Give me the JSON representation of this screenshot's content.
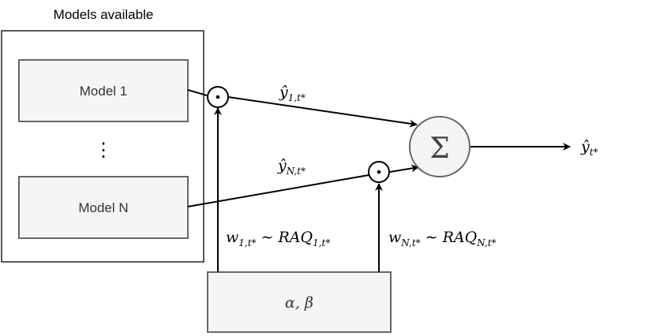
{
  "container": {
    "title": "Models available"
  },
  "models": [
    {
      "label": "Model 1"
    },
    {
      "label": "Model N"
    }
  ],
  "ellipsis": "⋮",
  "params_box": {
    "label": "α, β"
  },
  "sum_node": {
    "symbol": "Σ"
  },
  "edge_labels": {
    "y1": {
      "base": "ŷ",
      "sub": "1,t*"
    },
    "yN": {
      "base": "ŷ",
      "sub": "N,t*"
    },
    "output": {
      "base": "ŷ",
      "sub": "t*"
    },
    "w1": {
      "w": "w",
      "w_sub": "1,t*",
      "rel": "∼",
      "raq": "RAQ",
      "raq_sub": "1,t*"
    },
    "wN": {
      "w": "w",
      "w_sub": "N,t*",
      "rel": "∼",
      "raq": "RAQ",
      "raq_sub": "N,t*"
    }
  },
  "operators": {
    "multiply": "⊙"
  },
  "colors": {
    "box_fill": "#f5f5f5",
    "box_stroke": "#666666",
    "line": "#000000"
  }
}
